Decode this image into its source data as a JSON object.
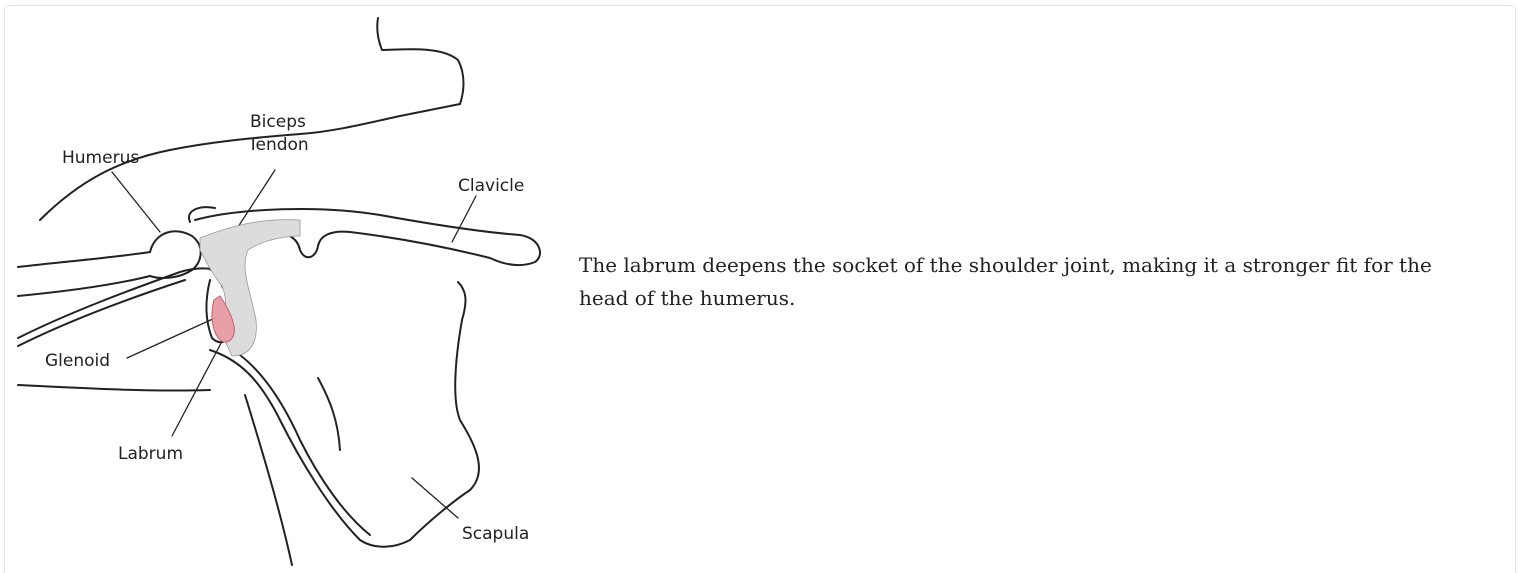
{
  "figure": {
    "labels": {
      "humerus": "Humerus",
      "biceps_line1": "Biceps",
      "biceps_line2": "Tendon",
      "clavicle": "Clavicle",
      "glenoid": "Glenoid",
      "labrum": "Labrum",
      "scapula": "Scapula"
    },
    "colors": {
      "ink": "#222222",
      "labrum": "#e8a0a8",
      "cartilage": "#d9d9d9"
    }
  },
  "caption": {
    "text": "The labrum deepens the socket of the shoulder joint, making it a stronger fit for the head of the humerus."
  }
}
